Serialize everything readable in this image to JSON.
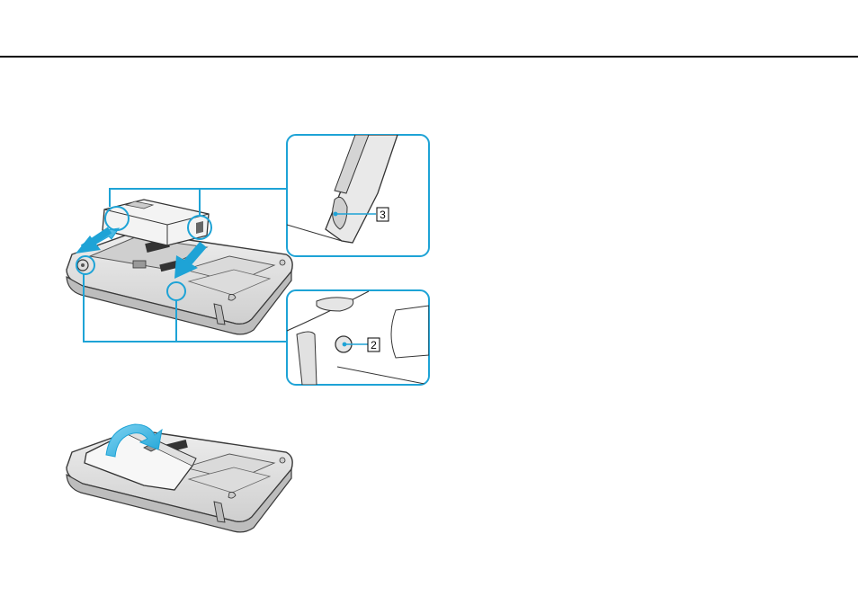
{
  "page": {
    "callouts": {
      "latch_label": "3",
      "button_label": "2"
    },
    "colors": {
      "accent": "#1ea3d6",
      "rule": "#000000",
      "outline": "#3a3a3a",
      "body_fill": "#e4e4e4"
    },
    "figures": [
      {
        "name": "battery-insert-figure",
        "icons": [
          "laptop-underside-icon",
          "battery-pack-icon",
          "insert-arrow-icon",
          "zoom-detail-latch",
          "zoom-detail-button"
        ]
      },
      {
        "name": "battery-rotate-figure",
        "icons": [
          "laptop-underside-icon",
          "battery-pack-icon",
          "rotate-arrow-icon"
        ]
      }
    ]
  }
}
